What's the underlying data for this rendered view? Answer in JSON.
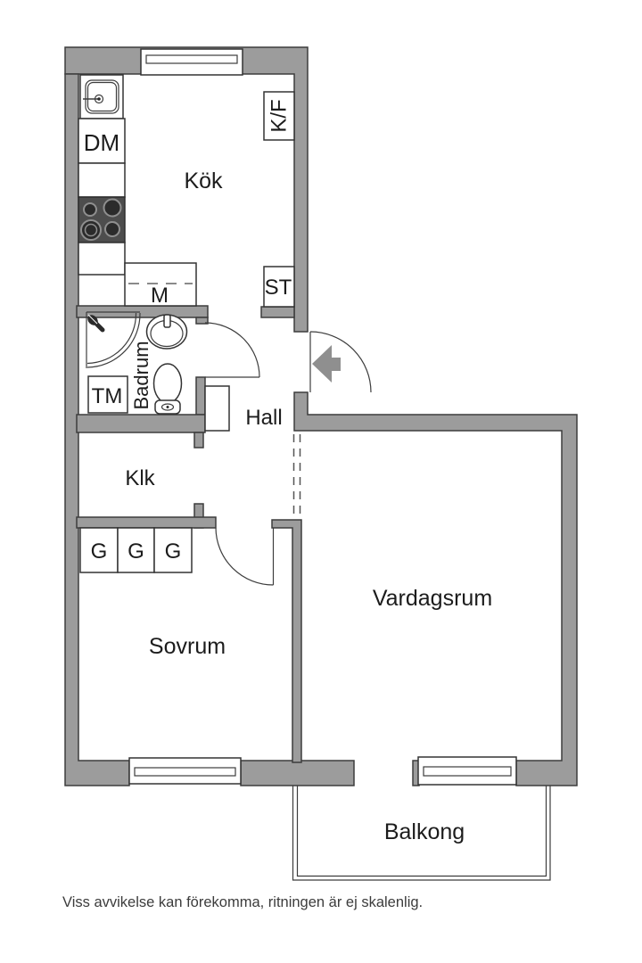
{
  "floorplan": {
    "rooms": {
      "kitchen": "Kök",
      "hall": "Hall",
      "bathroom": "Badrum",
      "walk_in_closet": "Klk",
      "bedroom": "Sovrum",
      "living_room": "Vardagsrum",
      "balcony": "Balkong"
    },
    "appliance_labels": {
      "dishwasher": "DM",
      "fridge_freezer": "K/F",
      "microwave": "M",
      "cleaning_cabinet": "ST",
      "washing_machine": "TM"
    },
    "wardrobes": [
      "G",
      "G",
      "G"
    ],
    "disclaimer": "Viss avvikelse kan förekomma, ritningen är ej skalenlig.",
    "colors": {
      "wall": "#9c9c9c",
      "outline": "#3d3d3d",
      "text": "#1c1c1c",
      "stove": "#4d4d4d",
      "arrow": "#8f8f8f",
      "background": "#ffffff"
    }
  }
}
